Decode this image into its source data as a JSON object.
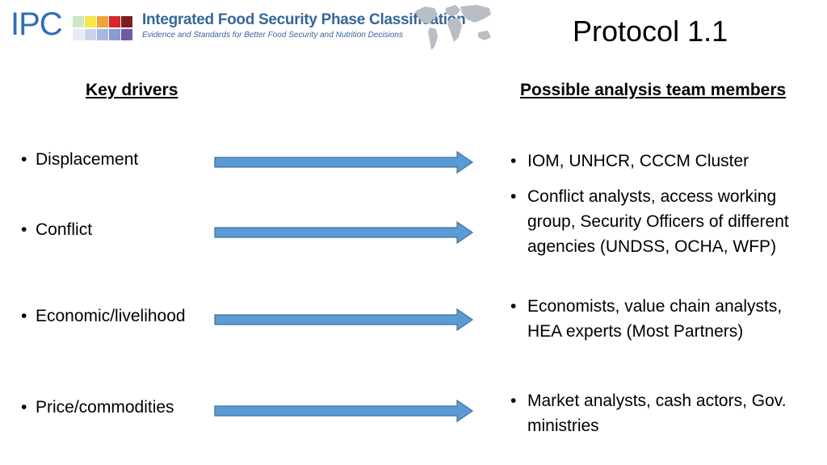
{
  "header": {
    "logo_text": "IPC",
    "org_name": "Integrated Food Security Phase Classification",
    "tagline": "Evidence and Standards for Better Food Security and Nutrition Decisions",
    "phase_colors": [
      "#cde8c4",
      "#f7e64a",
      "#f2a33b",
      "#d7272a",
      "#7f1d1d"
    ],
    "lower_colors": [
      "#e6ebf5",
      "#c9d4ea",
      "#a8b8dd",
      "#8a9bcf",
      "#6f5aa8"
    ]
  },
  "slide": {
    "title": "Protocol 1.1"
  },
  "headings": {
    "left": "Key drivers",
    "right": "Possible analysis team members"
  },
  "bullet_char": "•",
  "drivers": [
    "Displacement",
    "Conflict",
    "Economic/livelihood",
    "Price/commodities"
  ],
  "members": [
    "IOM, UNHCR,  CCCM Cluster",
    "Conflict analysts, access working group, Security Officers of different agencies (UNDSS, OCHA, WFP)",
    "Economists, value chain analysts, HEA experts (Most Partners)",
    "Market analysts, cash actors, Gov. ministries"
  ],
  "colors": {
    "arrow_fill": "#5b9bd5",
    "arrow_stroke": "#41719c",
    "brand_blue": "#2f6fb5"
  }
}
